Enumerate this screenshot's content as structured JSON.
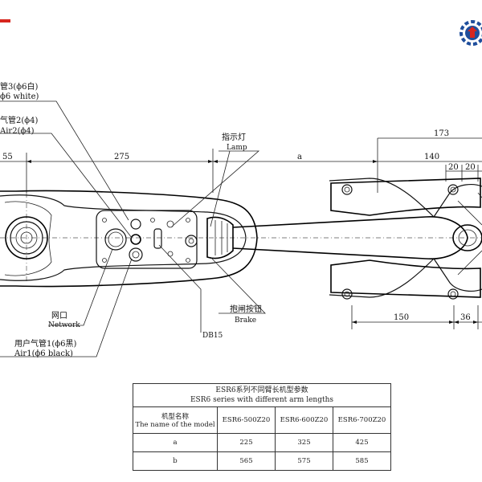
{
  "labels": {
    "air3_cn": "管3(ϕ6白)",
    "air3_en": "ϕ6 white)",
    "air2_cn": "气管2(ϕ4)",
    "air2_en": "Air2(ϕ4)",
    "lamp_cn": "指示灯",
    "lamp_en": "Lamp",
    "network_cn": "网口",
    "network_en": "Network",
    "air1_cn": "用户气管1(ϕ6黑)",
    "air1_en": "Air1(ϕ6 black)",
    "db15": "DB15",
    "brake_cn": "抱闸按钮",
    "brake_en": "Brake"
  },
  "dimensions": {
    "d55": "55",
    "d275": "275",
    "da": "a",
    "d173": "173",
    "d140": "140",
    "d20a": "20",
    "d20b": "20",
    "d150": "150",
    "d36": "36"
  },
  "table": {
    "title_cn": "ESR6系列不同臂长机型参数",
    "title_en": "ESR6 series with different arm lengths",
    "header_cn": "机型名称",
    "header_en": "The name of the model",
    "models": [
      "ESR6-500Z20",
      "ESR6-600Z20",
      "ESR6-700Z20"
    ],
    "rows": [
      {
        "name": "a",
        "values": [
          "225",
          "325",
          "425"
        ]
      },
      {
        "name": "b",
        "values": [
          "565",
          "575",
          "585"
        ]
      }
    ]
  },
  "colors": {
    "logo_red": "#d7261e",
    "logo_blue": "#1f4e9c"
  }
}
